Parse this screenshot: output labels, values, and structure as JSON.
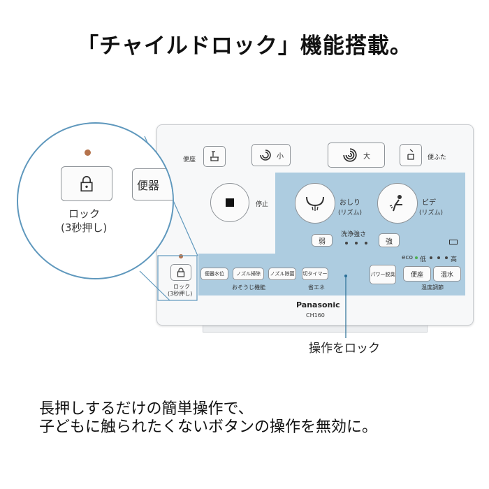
{
  "headline": "「チャイルドロック」機能搭載。",
  "remote": {
    "seat_label": "便座",
    "lid_label": "便ふた",
    "wash_small": "小",
    "wash_large": "大",
    "stop_label": "停止",
    "oshiri_label": "おしり",
    "oshiri_sub": "(リズム)",
    "bidet_label": "ビデ",
    "bidet_sub": "(リズム)",
    "strength_title": "洗浄強さ",
    "weak_label": "弱",
    "strong_label": "強",
    "lock_label": "ロック",
    "lock_sub": "(3秒押し)",
    "seat_pos_btn": "便器水位",
    "nozzle_clean_btn": "ノズル掃除",
    "nozzle_remove_btn": "ノズル除菌",
    "cleaning_group": "おそうじ機能",
    "timer_btn": "切タイマー",
    "energy_group": "省エネ",
    "power_btn": "パワー脱臭",
    "eco_label": "eco",
    "low_label": "低",
    "high_label": "高",
    "seat_temp_btn": "便座",
    "water_temp_btn": "温水",
    "temp_group": "温度調節",
    "brand": "Panasonic",
    "model": "CH160"
  },
  "zoom": {
    "lock_label": "ロック",
    "lock_sub": "(3秒押し)",
    "partial_btn": "便器"
  },
  "callout": "操作をロック",
  "subtitle_line1": "長押しするだけの簡単操作で、",
  "subtitle_line2": "子どもに触られたくないボタンの操作を無効に。",
  "colors": {
    "highlight": "#a9c9de",
    "circle_border": "#5f98bd",
    "eco_green": "#4caf50"
  }
}
